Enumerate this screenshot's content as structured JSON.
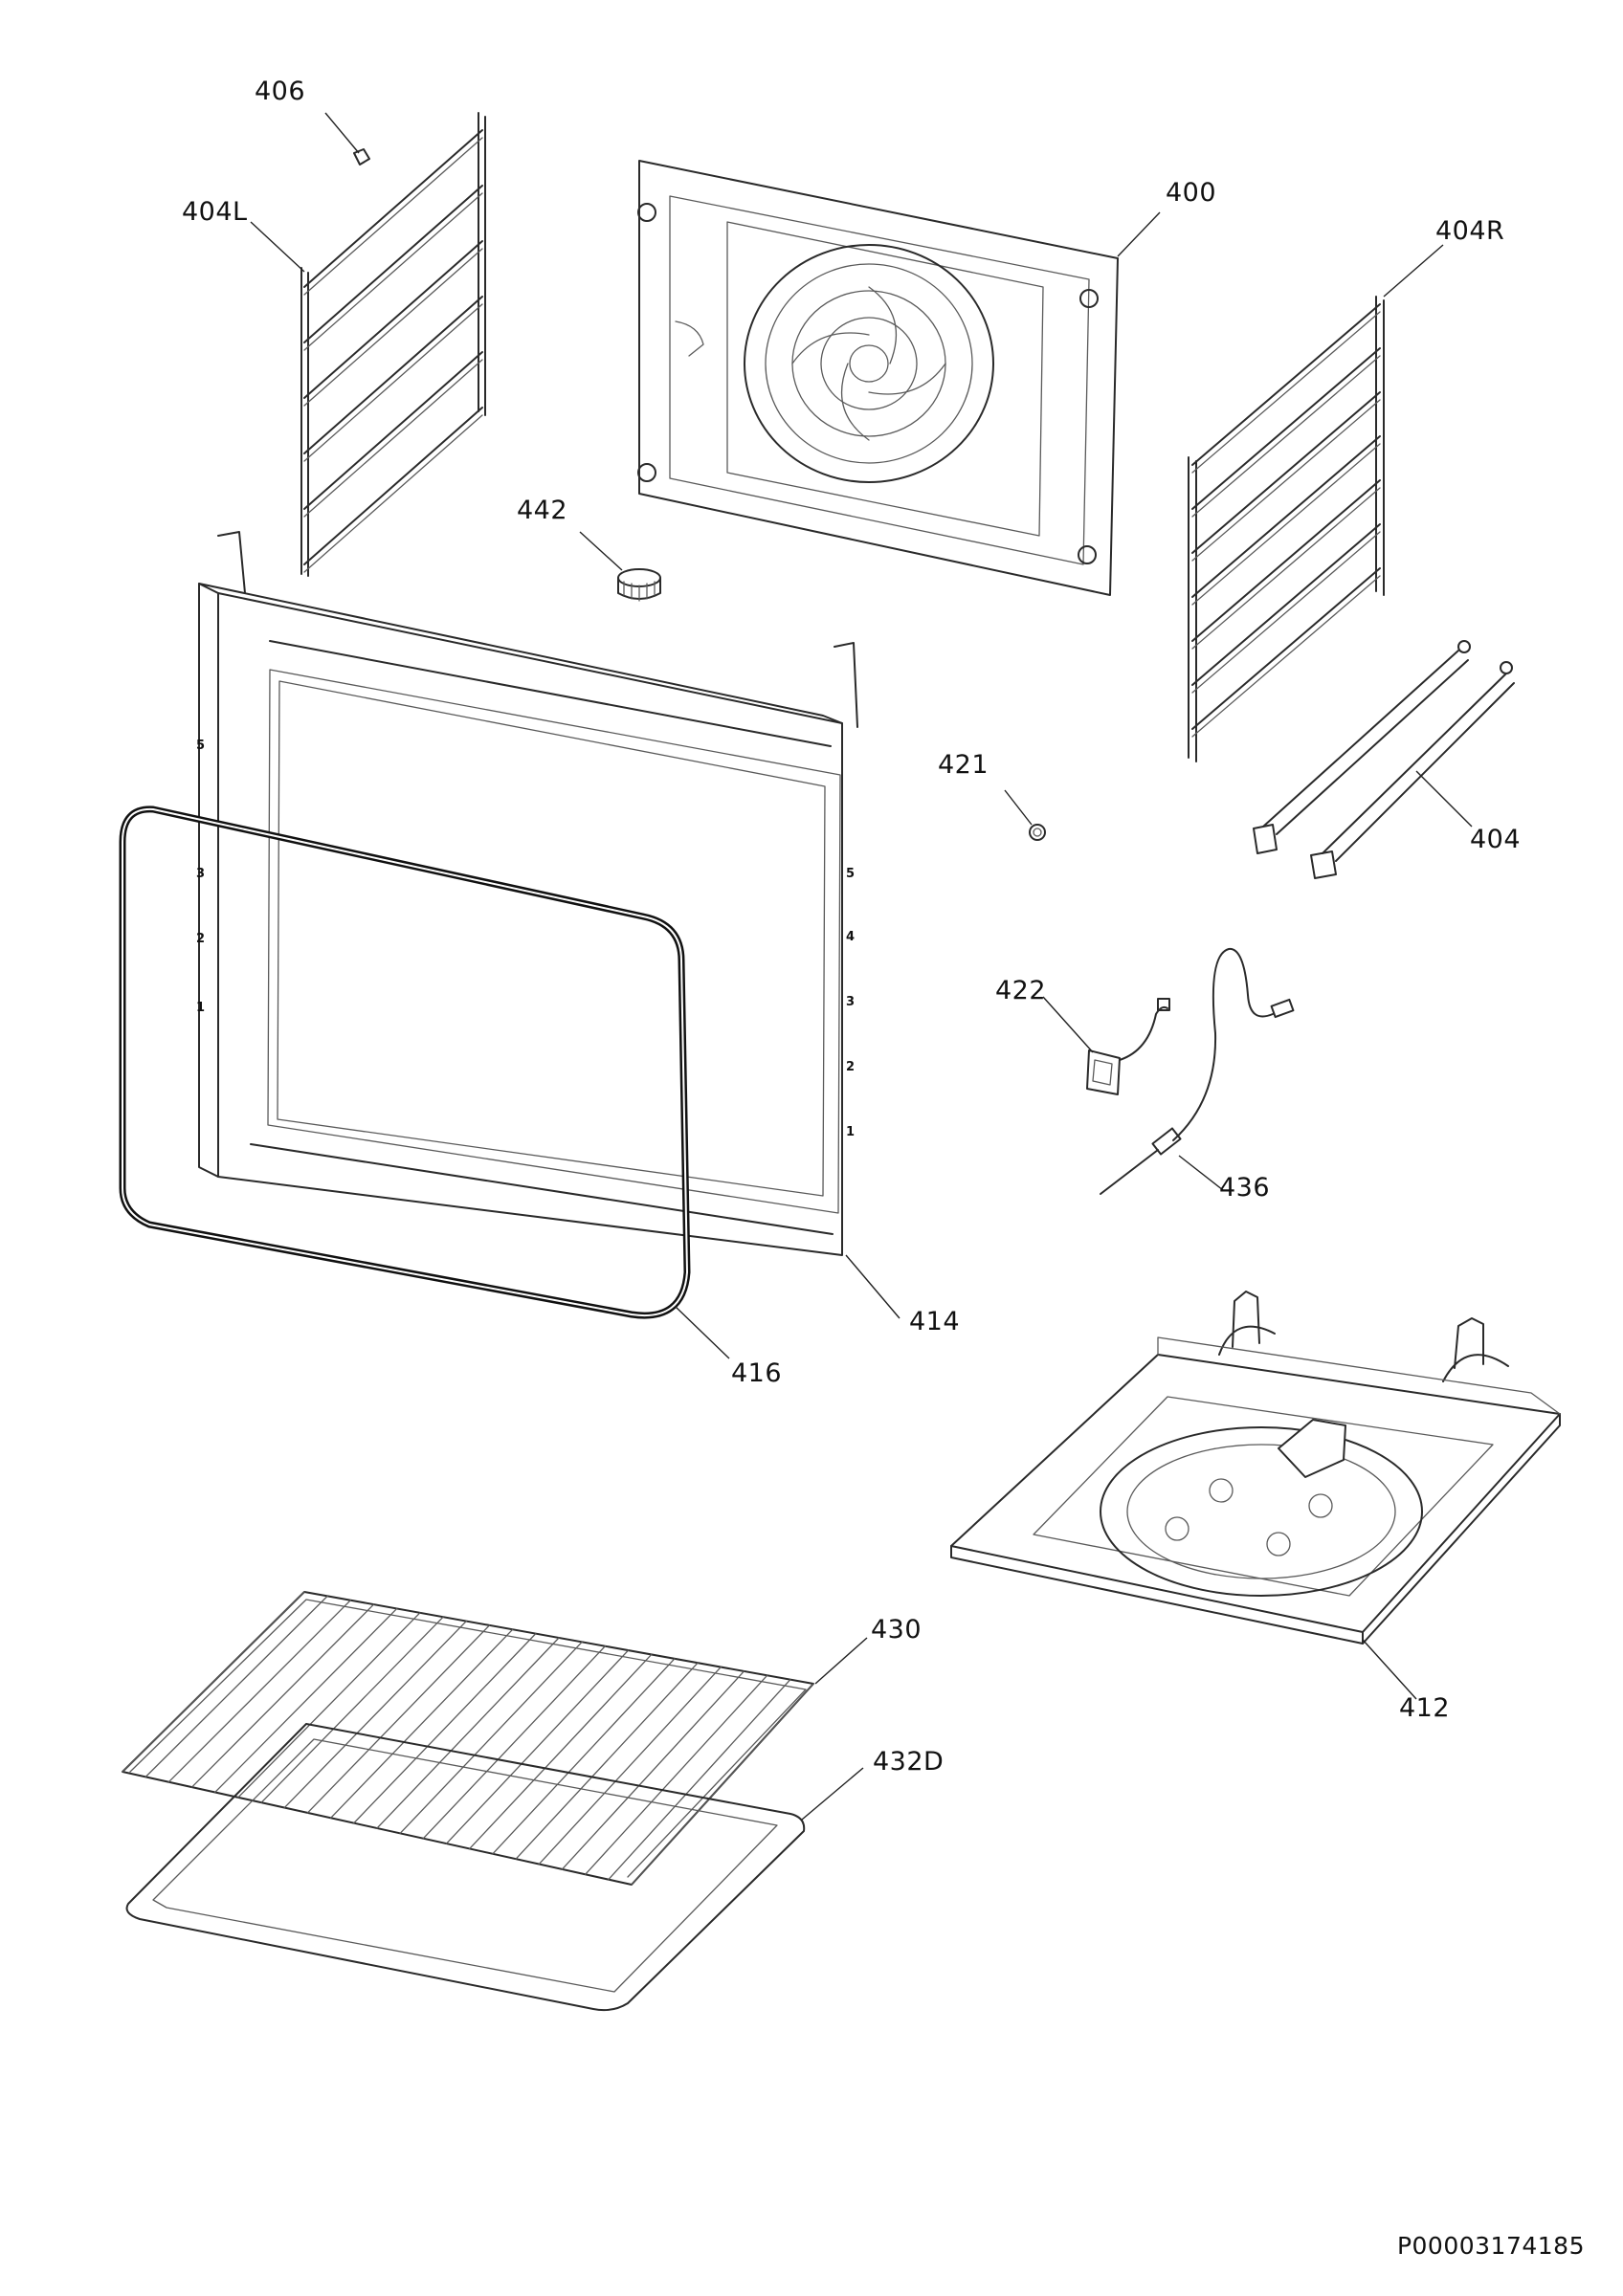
{
  "callouts": [
    {
      "id": "406",
      "label": "406"
    },
    {
      "id": "404L",
      "label": "404L"
    },
    {
      "id": "400",
      "label": "400"
    },
    {
      "id": "404R",
      "label": "404R"
    },
    {
      "id": "442",
      "label": "442"
    },
    {
      "id": "421",
      "label": "421"
    },
    {
      "id": "404",
      "label": "404"
    },
    {
      "id": "422",
      "label": "422"
    },
    {
      "id": "436",
      "label": "436"
    },
    {
      "id": "414",
      "label": "414"
    },
    {
      "id": "416",
      "label": "416"
    },
    {
      "id": "430",
      "label": "430"
    },
    {
      "id": "432D",
      "label": "432D"
    },
    {
      "id": "412",
      "label": "412"
    }
  ],
  "cavity_shelf_numbers_left": [
    "5",
    "3",
    "2",
    "1"
  ],
  "cavity_shelf_numbers_right": [
    "5",
    "4",
    "3",
    "2",
    "1"
  ],
  "document_id": "P00003174185"
}
